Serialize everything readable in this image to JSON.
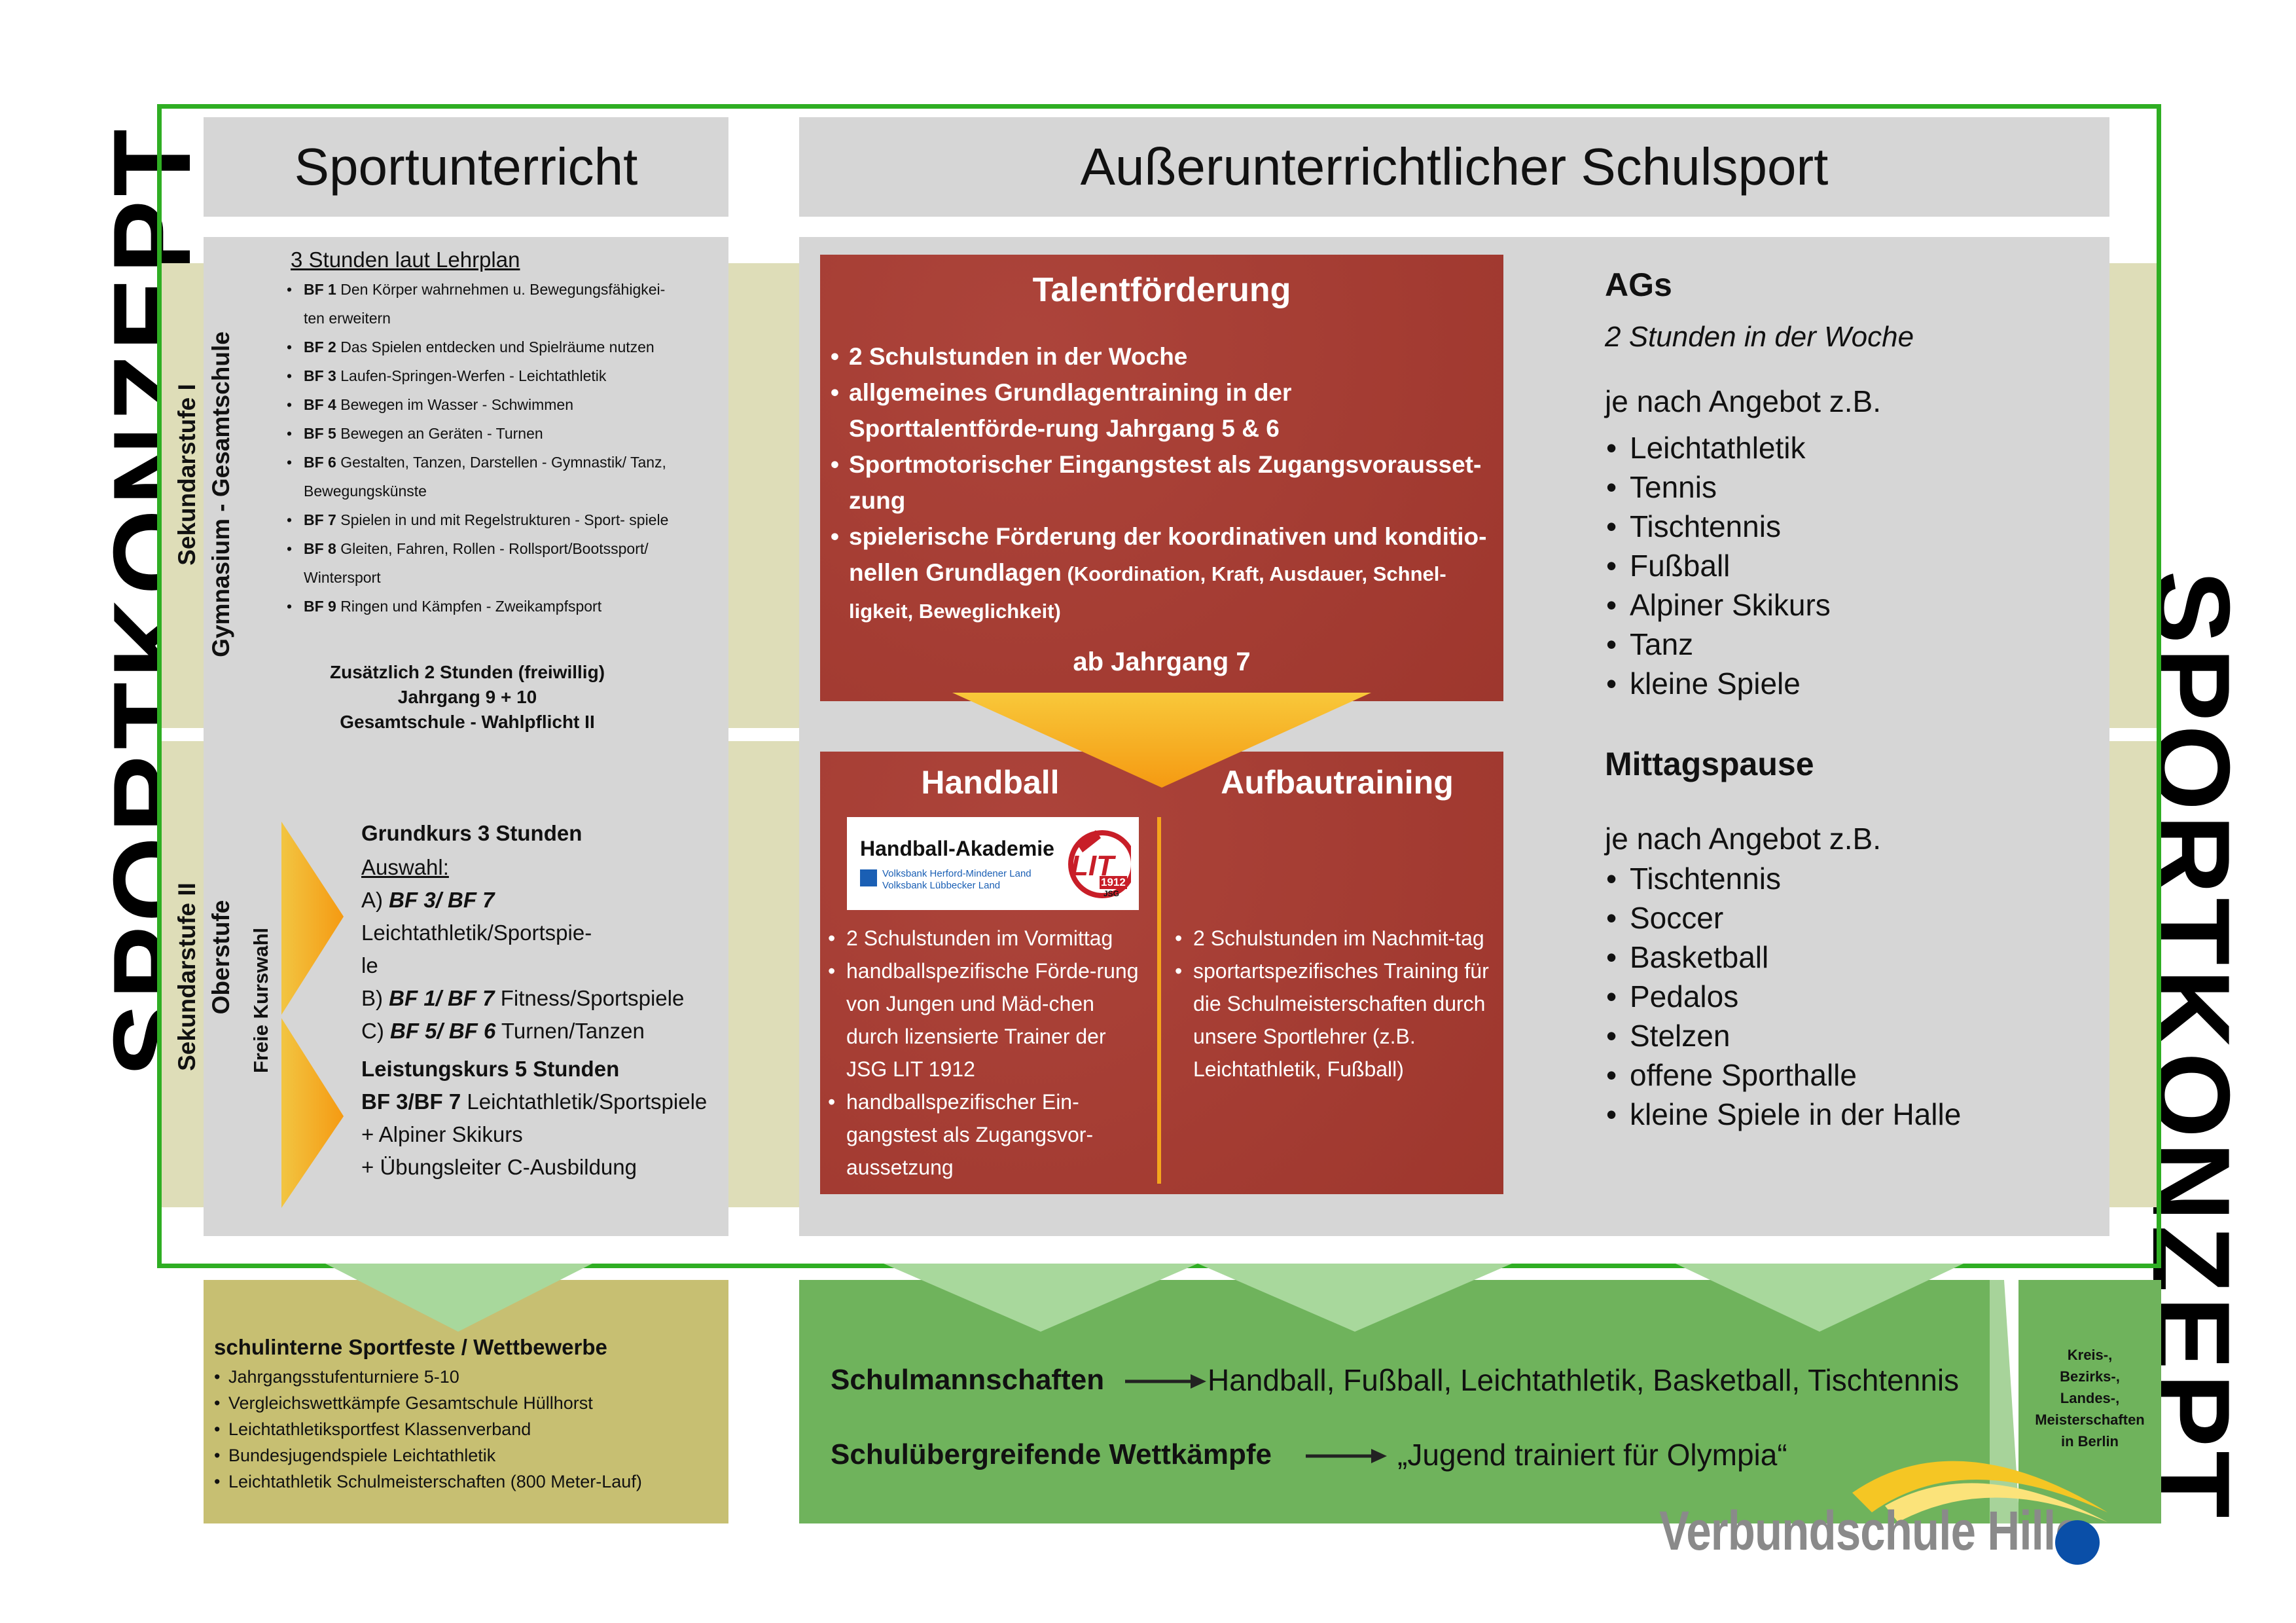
{
  "side_title_left": "SPORTKONZEPT",
  "side_title_right": "SPORTKONZEPT",
  "sportunterricht": {
    "header": "Sportunterricht",
    "sek1_label": "Sekundarstufe I",
    "sek1_sublabel": "Gymnasium - Gesamtschule",
    "lehrplan_title": "3 Stunden laut Lehrplan",
    "bf_items": [
      {
        "code": "BF 1",
        "text": " Den Körper wahrnehmen u. Bewegungsfähigkei-"
      },
      {
        "code": "",
        "text": "ten erweitern"
      },
      {
        "code": "BF 2",
        "text": " Das Spielen entdecken und Spielräume nutzen"
      },
      {
        "code": "BF 3",
        "text": " Laufen-Springen-Werfen - Leichtathletik"
      },
      {
        "code": "BF 4",
        "text": " Bewegen im Wasser - Schwimmen"
      },
      {
        "code": "BF 5",
        "text": " Bewegen an Geräten - Turnen"
      },
      {
        "code": "BF 6",
        "text": " Gestalten, Tanzen, Darstellen - Gymnastik/ Tanz,"
      },
      {
        "code": "",
        "text": "Bewegungskünste"
      },
      {
        "code": "BF 7",
        "text": " Spielen in und mit Regelstrukturen - Sport- spiele"
      },
      {
        "code": "BF 8",
        "text": " Gleiten, Fahren, Rollen - Rollsport/Bootssport/"
      },
      {
        "code": "",
        "text": "Wintersport"
      },
      {
        "code": "BF 9",
        "text": " Ringen und Kämpfen - Zweikampfsport"
      }
    ],
    "zusatz_lines": [
      "Zusätzlich 2 Stunden (freiwillig)",
      "Jahrgang 9 + 10",
      "Gesamtschule - Wahlpflicht II"
    ],
    "sek2_label": "Sekundarstufe II",
    "sek2_sublabel": "Oberstufe",
    "freie_kurswahl": "Freie Kurswahl",
    "grundkurs_title": "Grundkurs 3 Stunden",
    "auswahl_label": "Auswahl:",
    "grundkurs_options": [
      {
        "prefix": "A) ",
        "bf": "BF 3/ BF 7",
        "text": " Leichtathletik/Sportspie-"
      },
      {
        "prefix": "",
        "bf": "",
        "text": "le"
      },
      {
        "prefix": "B) ",
        "bf": "BF 1/ BF 7",
        "text": " Fitness/Sportspiele"
      },
      {
        "prefix": "C) ",
        "bf": "BF 5/ BF 6",
        "text": " Turnen/Tanzen"
      }
    ],
    "leistungskurs_title": "Leistungskurs 5 Stunden",
    "leistungskurs_lines": [
      {
        "bf": "BF 3/BF 7",
        "text": " Leichtathletik/Sportspiele"
      },
      {
        "bf": "",
        "text": "+ Alpiner Skikurs"
      },
      {
        "bf": "",
        "text": "+ Übungsleiter C-Ausbildung"
      }
    ]
  },
  "ausser": {
    "header": "Außerunterrichtlicher Schulsport",
    "talent": {
      "title": "Talentförderung",
      "items": [
        "2 Schulstunden in der Woche",
        "allgemeines Grundlagentraining in der Sporttalentförde-rung Jahrgang 5 & 6",
        "Sportmotorischer Eingangstest als Zugangsvorausset-zung",
        "spielerische Förderung der koordinativen und konditio-nellen Grundlagen"
      ],
      "item4_small": " (Koordination, Kraft, Ausdauer, Schnel-ligkeit, Beweglichkeit)",
      "ab_jahrgang": "ab Jahrgang 7"
    },
    "handball": {
      "title": "Handball",
      "logo_title": "Handball-Akademie",
      "logo_sub1": "Volksbank Herford-Mindener Land",
      "logo_sub2": "Volksbank Lübbecker Land",
      "logo_mark": "LIT",
      "logo_year": "1912",
      "logo_jsg": "JSG",
      "items": [
        "2 Schulstunden im Vormittag",
        "handballspezifische Förde-rung von Jungen und Mäd-chen durch lizensierte Trainer der JSG LIT 1912",
        "handballspezifischer Ein-gangstest als Zugangsvor-aussetzung"
      ]
    },
    "aufbau": {
      "title": "Aufbautraining",
      "items": [
        "2 Schulstunden im Nachmit-tag",
        "sportartspezifisches Training für die Schulmeisterschaften durch unsere Sportlehrer (z.B. Leichtathletik, Fußball)"
      ]
    },
    "ags": {
      "title": "AGs",
      "subtitle": "2 Stunden in der Woche",
      "intro": "je nach Angebot z.B.",
      "items": [
        "Leichtathletik",
        "Tennis",
        "Tischtennis",
        "Fußball",
        "Alpiner Skikurs",
        "Tanz",
        "kleine Spiele"
      ]
    },
    "mittag": {
      "title": "Mittagspause",
      "intro": "je nach Angebot z.B.",
      "items": [
        "Tischtennis",
        "Soccer",
        "Basketball",
        "Pedalos",
        "Stelzen",
        "offene Sporthalle",
        "kleine Spiele in der Halle"
      ]
    }
  },
  "bottom": {
    "feste_title": "schulinterne Sportfeste / Wettbewerbe",
    "feste_items": [
      "Jahrgangsstufenturniere 5-10",
      "Vergleichswettkämpfe Gesamtschule Hüllhorst",
      "Leichtathletiksportfest Klassenverband",
      "Bundesjugendspiele Leichtathletik",
      "Leichtathletik Schulmeisterschaften (800 Meter-Lauf)"
    ],
    "schulmannschaften_label": "Schulmannschaften",
    "schulmannschaften_text": "Handball, Fußball, Leichtathletik, Basketball, Tischtennis",
    "wettkaempfe_label": "Schulübergreifende Wettkämpfe",
    "wettkaempfe_text": "„Jugend trainiert für Olympia“",
    "meister_lines": [
      "Kreis-,",
      "Bezirks-,",
      "Landes-,",
      "Meisterschaften",
      "in Berlin"
    ],
    "logo_text": "Verbundschule Hille"
  },
  "colors": {
    "frame_green": "#2fae23",
    "red_box": "#a83a30",
    "gray_box": "#d6d6d6",
    "beige_band": "#deddb8",
    "olive_box": "#c7bf72",
    "green_box": "#6fb35c",
    "arrow_orange": "#f7a21b",
    "logo_blue": "#0a4fa8"
  }
}
